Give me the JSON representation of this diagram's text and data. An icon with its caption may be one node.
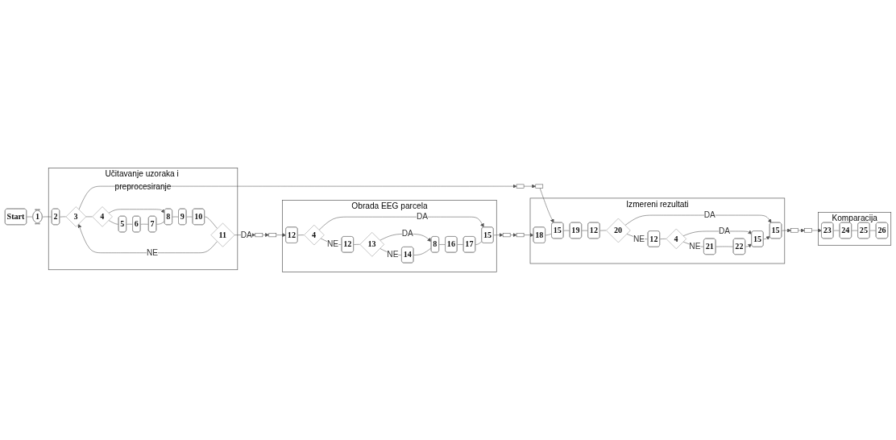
{
  "diagram": {
    "nodes": [
      {
        "text": [
          "Start"
        ]
      },
      {
        "text": [
          "1"
        ]
      },
      {
        "text": [
          "Učitavanje uzoraka i preprocesiranje"
        ]
      },
      {
        "text": [
          "2"
        ],
        "in": 2
      },
      {
        "text": [
          "3"
        ],
        "in": 2
      },
      {
        "text": [
          "4"
        ],
        "in": 2
      },
      {
        "text": [
          "5"
        ],
        "in": 2
      },
      {
        "text": [
          "6"
        ],
        "in": 2
      },
      {
        "text": [
          "7"
        ],
        "in": 2
      },
      {
        "text": [
          "8"
        ],
        "in": 2
      },
      {
        "text": [
          "9"
        ],
        "in": 2
      },
      {
        "text": [
          "10"
        ],
        "in": 2
      },
      {
        "text": [
          "11"
        ],
        "in": 2
      },
      {
        "text": [],
        "shape": "box"
      },
      {
        "text": [],
        "shape": "box"
      },
      {
        "text": [
          "Obrada EEG parcela"
        ]
      },
      {
        "text": [],
        "shape": "box"
      },
      {
        "text": [
          "12"
        ],
        "in": 15
      },
      {
        "text": [
          "4"
        ],
        "in": 15
      },
      {
        "text": [
          "12"
        ],
        "in": 15
      },
      {
        "text": [
          "13"
        ],
        "in": 15
      },
      {
        "text": [
          "14"
        ],
        "in": 15
      },
      {
        "text": [
          "8"
        ],
        "in": 15
      },
      {
        "text": [
          "16"
        ],
        "in": 15
      },
      {
        "text": [
          "17"
        ],
        "in": 15
      },
      {
        "text": [
          "15"
        ],
        "in": 15
      },
      {
        "text": [],
        "shape": "box"
      },
      {
        "text": [
          "Izmereni rezultati"
        ]
      },
      {
        "text": [],
        "shape": "box"
      },
      {
        "text": [],
        "shape": "box"
      },
      {
        "text": [
          "18"
        ],
        "in": 27
      },
      {
        "text": [
          "15"
        ],
        "in": 27
      },
      {
        "text": [
          "19"
        ],
        "in": 27
      },
      {
        "text": [
          "12"
        ],
        "in": 27
      },
      {
        "text": [
          "20"
        ],
        "in": 27
      },
      {
        "text": [
          "15"
        ],
        "in": 27
      },
      {
        "text": [
          "12"
        ],
        "in": 27
      },
      {
        "text": [
          "4"
        ],
        "in": 27
      },
      {
        "text": [
          "15"
        ],
        "in": 27
      },
      {
        "text": [
          "21"
        ],
        "in": 27
      },
      {
        "text": [
          "22"
        ],
        "in": 27
      },
      {
        "text": [],
        "shape": "box"
      },
      {
        "text": [
          "Komparacija"
        ]
      },
      {
        "text": [],
        "shape": "box"
      },
      {
        "text": [
          "23"
        ],
        "in": 42
      },
      {
        "text": [
          "24"
        ],
        "in": 42
      },
      {
        "text": [
          "25"
        ],
        "in": 42
      },
      {
        "text": [
          "26"
        ],
        "in": 42
      }
    ],
    "edges": [
      {
        "from": 0,
        "to": 1,
        "arrow": "none"
      },
      {
        "from": 1,
        "to": 3,
        "arrow": "none"
      },
      {
        "from": 3,
        "to": 4,
        "arrow": "none"
      },
      {
        "from": 4,
        "to": 5,
        "arrow": "none"
      },
      {
        "from": 5,
        "to": 6,
        "arrow": "none"
      },
      {
        "from": 5,
        "to": 9,
        "arrow": "to"
      },
      {
        "from": 6,
        "to": 7,
        "arrow": "none"
      },
      {
        "from": 7,
        "to": 8,
        "arrow": "none"
      },
      {
        "from": 8,
        "to": 9,
        "arrow": "none"
      },
      {
        "from": 9,
        "to": 10,
        "arrow": "none"
      },
      {
        "from": 10,
        "to": 11,
        "arrow": "none"
      },
      {
        "from": 11,
        "to": 12,
        "arrow": "none"
      },
      {
        "from": 12,
        "to": 4,
        "label": "NE",
        "arrow": "to"
      },
      {
        "from": 12,
        "to": 14,
        "label": "DA",
        "arrow": "to"
      },
      {
        "from": 4,
        "to": 13,
        "arrow": "to"
      },
      {
        "from": 13,
        "to": 29,
        "arrow": "to"
      },
      {
        "from": 14,
        "to": 16,
        "arrow": "to"
      },
      {
        "from": 16,
        "to": 17,
        "arrow": "to"
      },
      {
        "from": 17,
        "to": 18,
        "arrow": "none"
      },
      {
        "from": 18,
        "to": 25,
        "label": "DA",
        "arrow": "to"
      },
      {
        "from": 18,
        "to": 19,
        "label": "NE",
        "arrow": "none"
      },
      {
        "from": 19,
        "to": 20,
        "arrow": "none"
      },
      {
        "from": 20,
        "to": 22,
        "label": "DA",
        "arrow": "to"
      },
      {
        "from": 20,
        "to": 21,
        "label": "NE",
        "arrow": "none"
      },
      {
        "from": 21,
        "to": 22,
        "arrow": "none"
      },
      {
        "from": 22,
        "to": 23,
        "arrow": "none"
      },
      {
        "from": 23,
        "to": 24,
        "arrow": "none"
      },
      {
        "from": 24,
        "to": 25,
        "arrow": "none"
      },
      {
        "from": 25,
        "to": 26,
        "arrow": "to"
      },
      {
        "from": 26,
        "to": 28,
        "arrow": "to"
      },
      {
        "from": 28,
        "to": 30,
        "arrow": "to"
      },
      {
        "from": 29,
        "to": 31,
        "arrow": "to"
      },
      {
        "from": 30,
        "to": 31,
        "arrow": "none"
      },
      {
        "from": 31,
        "to": 32,
        "arrow": "none"
      },
      {
        "from": 32,
        "to": 33,
        "arrow": "none"
      },
      {
        "from": 33,
        "to": 34,
        "arrow": "none"
      },
      {
        "from": 34,
        "to": 35,
        "label": "DA",
        "arrow": "to"
      },
      {
        "from": 34,
        "to": 36,
        "label": "NE",
        "arrow": "none"
      },
      {
        "from": 36,
        "to": 37,
        "arrow": "none"
      },
      {
        "from": 37,
        "to": 38,
        "label": "DA",
        "arrow": "to"
      },
      {
        "from": 37,
        "to": 39,
        "label": "NE",
        "arrow": "none"
      },
      {
        "from": 39,
        "to": 40,
        "arrow": "none"
      },
      {
        "from": 40,
        "to": 38,
        "arrow": "to"
      },
      {
        "from": 38,
        "to": 35,
        "arrow": "to"
      },
      {
        "from": 35,
        "to": 41,
        "arrow": "to"
      },
      {
        "from": 41,
        "to": 43,
        "arrow": "to"
      },
      {
        "from": 43,
        "to": 44,
        "arrow": "to"
      },
      {
        "from": 44,
        "to": 45,
        "arrow": "none"
      },
      {
        "from": 45,
        "to": 46,
        "arrow": "none"
      },
      {
        "from": 46,
        "to": 47,
        "arrow": "none"
      }
    ]
  }
}
